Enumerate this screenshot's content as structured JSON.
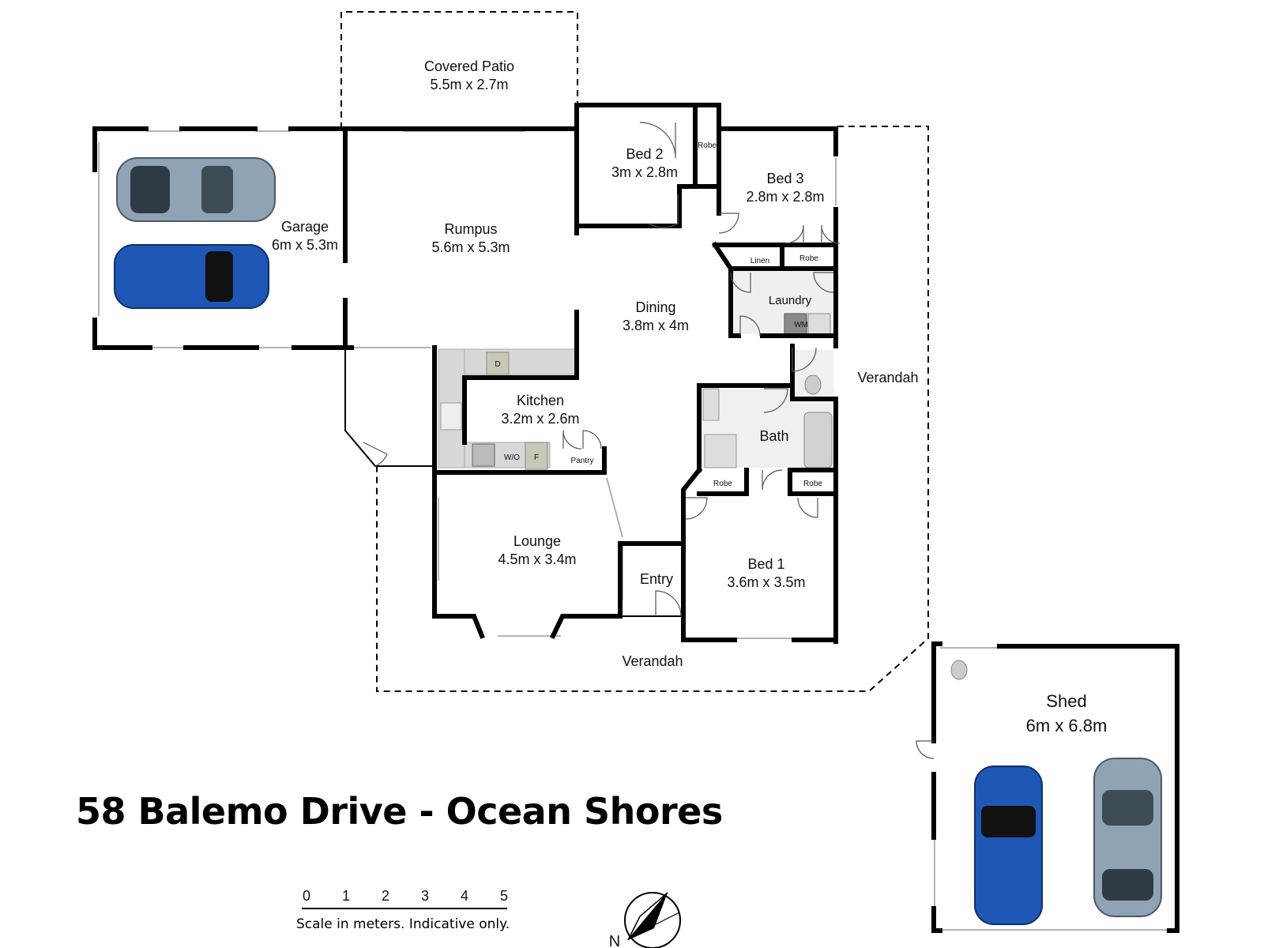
{
  "title": "58 Balemo Drive - Ocean Shores",
  "rooms": {
    "covered_patio": {
      "name": "Covered Patio",
      "dim": "5.5m x 2.7m"
    },
    "garage": {
      "name": "Garage",
      "dim": "6m x 5.3m"
    },
    "rumpus": {
      "name": "Rumpus",
      "dim": "5.6m x 5.3m"
    },
    "bed2": {
      "name": "Bed 2",
      "dim": "3m x 2.8m"
    },
    "bed3": {
      "name": "Bed 3",
      "dim": "2.8m x 2.8m"
    },
    "dining": {
      "name": "Dining",
      "dim": "3.8m x 4m"
    },
    "kitchen": {
      "name": "Kitchen",
      "dim": "3.2m x 2.6m"
    },
    "laundry": {
      "name": "Laundry"
    },
    "bath": {
      "name": "Bath"
    },
    "lounge": {
      "name": "Lounge",
      "dim": "4.5m x 3.4m"
    },
    "entry": {
      "name": "Entry"
    },
    "bed1": {
      "name": "Bed 1",
      "dim": "3.6m x 3.5m"
    },
    "shed": {
      "name": "Shed",
      "dim": "6m x 6.8m"
    }
  },
  "verandah_label": "Verandah",
  "fixtures": {
    "robe": "Robe",
    "linen": "Linen",
    "pantry": "Pantry",
    "wm": "WM",
    "wo": "W/O",
    "fridge": "F",
    "dishwasher": "D"
  },
  "scale": {
    "ticks": [
      "0",
      "1",
      "2",
      "3",
      "4",
      "5"
    ],
    "caption": "Scale in meters. Indicative only."
  },
  "compass": {
    "label": "N"
  },
  "colors": {
    "wall": "#000000",
    "bench": "#d8d8d8",
    "car_blue": "#1e57b5",
    "car_grey": "#8fa3b5"
  }
}
